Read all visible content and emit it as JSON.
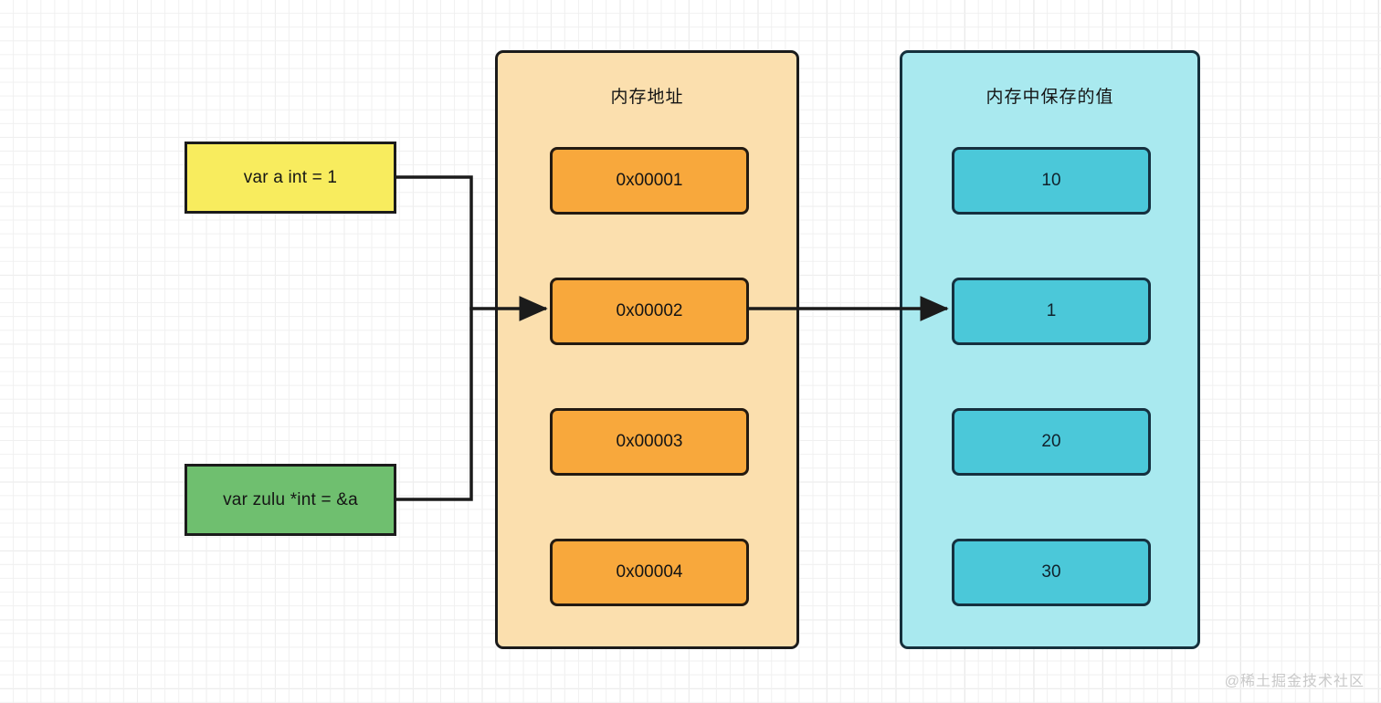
{
  "diagram": {
    "title_watermark": "@稀土掘金技术社区",
    "variables": [
      {
        "id": "var-a",
        "label": "var a int = 1",
        "color": "#f8ec5e"
      },
      {
        "id": "var-zulu",
        "label": "var zulu *int = &a",
        "color": "#6fbf6f"
      }
    ],
    "address_panel": {
      "title": "内存地址",
      "fill": "#fbdfae",
      "cell_fill": "#f8a83c",
      "cells": [
        {
          "label": "0x00001"
        },
        {
          "label": "0x00002"
        },
        {
          "label": "0x00003"
        },
        {
          "label": "0x00004"
        }
      ]
    },
    "value_panel": {
      "title": "内存中保存的值",
      "fill": "#a9e9ef",
      "cell_fill": "#4bc8d9",
      "cells": [
        {
          "label": "10"
        },
        {
          "label": "1"
        },
        {
          "label": "20"
        },
        {
          "label": "30"
        }
      ]
    },
    "connections": [
      {
        "from": "var-a",
        "to": "0x00002",
        "style": "elbow-arrow"
      },
      {
        "from": "var-zulu",
        "to": "0x00002",
        "style": "elbow-arrow"
      },
      {
        "from": "0x00002",
        "to": "1",
        "style": "straight-arrow"
      }
    ]
  }
}
